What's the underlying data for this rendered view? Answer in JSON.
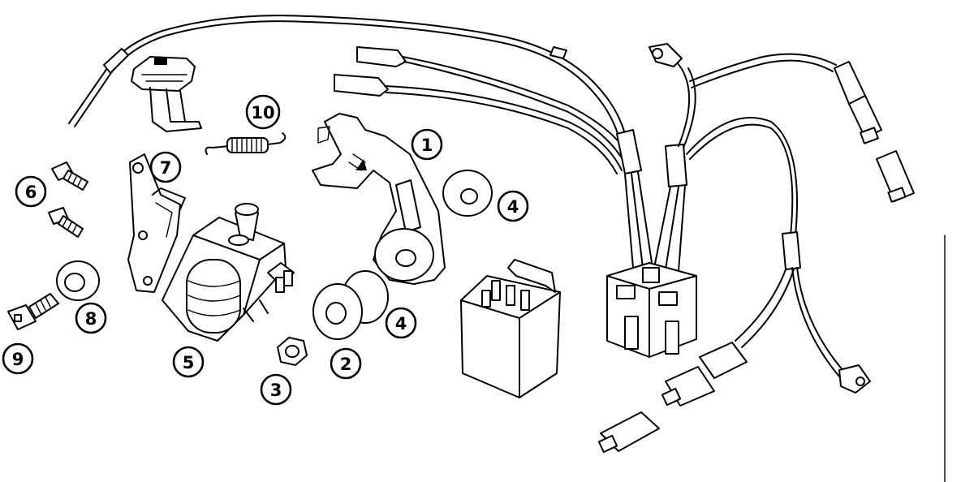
{
  "diagram": {
    "callouts": [
      {
        "id": "c1",
        "label": "1"
      },
      {
        "id": "c2",
        "label": "2"
      },
      {
        "id": "c3",
        "label": "3"
      },
      {
        "id": "c4a",
        "label": "4"
      },
      {
        "id": "c4b",
        "label": "4"
      },
      {
        "id": "c5",
        "label": "5"
      },
      {
        "id": "c6",
        "label": "6"
      },
      {
        "id": "c7",
        "label": "7"
      },
      {
        "id": "c8",
        "label": "8"
      },
      {
        "id": "c9",
        "label": "9"
      },
      {
        "id": "c10",
        "label": "10"
      }
    ],
    "colors": {
      "ink": "#000000",
      "paper": "#ffffff"
    }
  }
}
